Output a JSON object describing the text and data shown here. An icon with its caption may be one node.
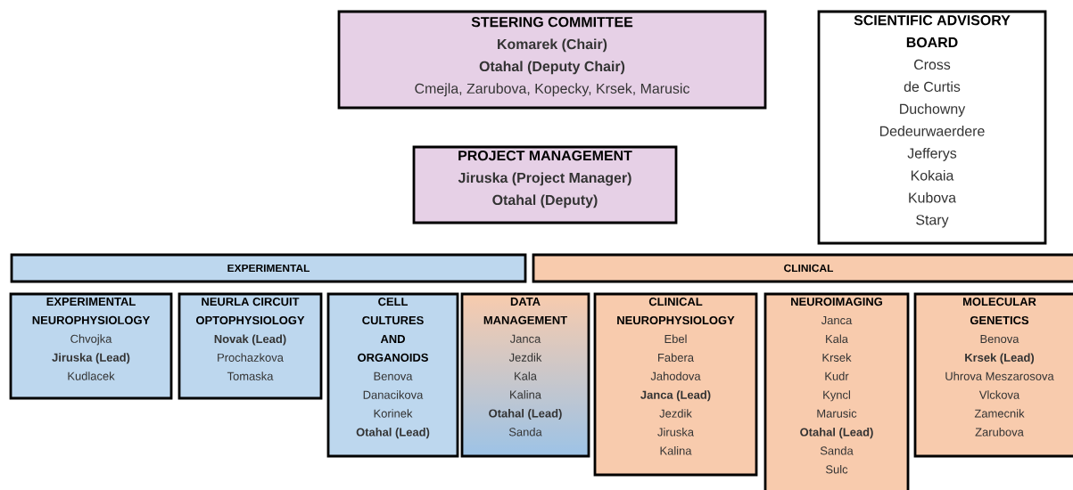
{
  "diagram": {
    "nodes": [
      {
        "text": [
          "STEERING COMMITTEE",
          "**Komarek (Chair)**",
          "**Otahal (Deputy Chair)**",
          "Cmejla, Zarubova, Kopecky, Krsek, Marusic"
        ]
      },
      {
        "text": [
          "PROJECT MANAGEMENT",
          "**Jiruska (Project Manager)**",
          "**Otahal (Deputy)**"
        ]
      },
      {
        "text": [
          "SCIENTIFIC ADVISORY BOARD",
          "Cross",
          "de Curtis",
          "Duchowny",
          "Dedeurwaerdere",
          "Jefferys",
          "Kokaia",
          "Kubova",
          "Stary"
        ]
      },
      {
        "text": [
          "EXPERIMENTAL"
        ]
      },
      {
        "text": [
          "CLINICAL"
        ]
      },
      {
        "text": [
          "EXPERIMENTAL NEUROPHYSIOLOGY",
          "Chvojka",
          "**Jiruska (Lead)**",
          "Kudlacek"
        ]
      },
      {
        "text": [
          "NEURLA CIRCUIT OPTOPHYSIOLOGY",
          "**Novak (Lead)**",
          "Prochazkova",
          "Tomaska"
        ]
      },
      {
        "text": [
          "CELL CULTURES AND ORGANOIDS",
          "Benova",
          "Danacikova",
          "Korinek",
          "**Otahal (Lead)**"
        ]
      },
      {
        "text": [
          "DATA MANAGEMENT",
          "Janca",
          "Jezdik",
          "Kala",
          "Kalina",
          "**Otahal (Lead)**",
          "Sanda"
        ]
      },
      {
        "text": [
          "CLINICAL NEUROPHYSIOLOGY",
          "Ebel",
          "Fabera",
          "Jahodova",
          "**Janca (Lead)**",
          "Jezdik",
          "Jiruska",
          "Kalina"
        ]
      },
      {
        "text": [
          "NEUROIMAGING",
          "Janca",
          "Kala",
          "Krsek",
          "Kudr",
          "Kyncl",
          "Marusic",
          "**Otahal (Lead)**",
          "Sanda",
          "Sulc"
        ]
      },
      {
        "text": [
          "MOLECULAR GENETICS",
          "Benova",
          "**Krsek (Lead)**",
          "Uhrova Meszarosova",
          "Vlckova",
          "Zamecnik",
          "Zarubova"
        ]
      }
    ]
  }
}
